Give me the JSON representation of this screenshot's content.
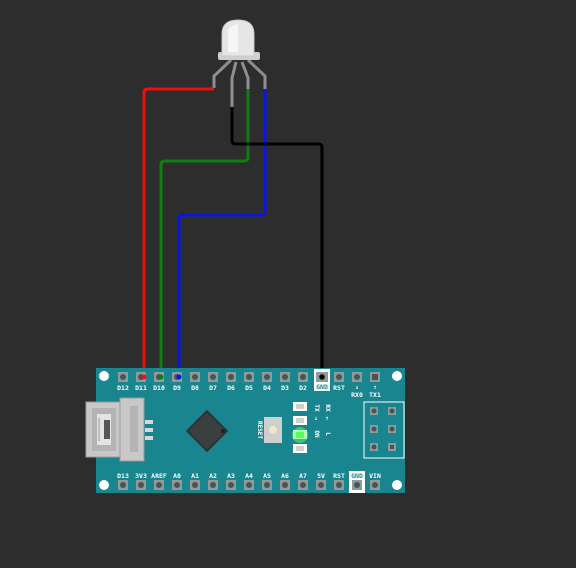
{
  "board": {
    "name": "Arduino Nano",
    "color": "#19858f",
    "top_pins": [
      "D12",
      "D11",
      "D10",
      "D9",
      "D8",
      "D7",
      "D6",
      "D5",
      "D4",
      "D3",
      "D2",
      "GND",
      "RST"
    ],
    "rx_label": "RX0",
    "tx_label": "TX1",
    "bottom_pins": [
      "D13",
      "3V3",
      "AREF",
      "A0",
      "A1",
      "A2",
      "A3",
      "A4",
      "A5",
      "A6",
      "A7",
      "5V",
      "RST",
      "GND",
      "VIN"
    ],
    "reset_label": "RESET",
    "led_labels": [
      "TX",
      "RX",
      "ON",
      "L"
    ]
  },
  "led": {
    "name": "RGB LED",
    "body_color": "#e6e6e6"
  },
  "wires": [
    {
      "name": "red-wire",
      "color": "#e8130f",
      "from_led_leg": "red",
      "to_pin": "D11"
    },
    {
      "name": "green-wire",
      "color": "#0f7d14",
      "from_led_leg": "green",
      "to_pin": "D10"
    },
    {
      "name": "blue-wire",
      "color": "#0a14e8",
      "from_led_leg": "blue",
      "to_pin": "D9"
    },
    {
      "name": "black-wire",
      "color": "#000000",
      "from_led_leg": "common",
      "to_pin": "GND"
    }
  ]
}
